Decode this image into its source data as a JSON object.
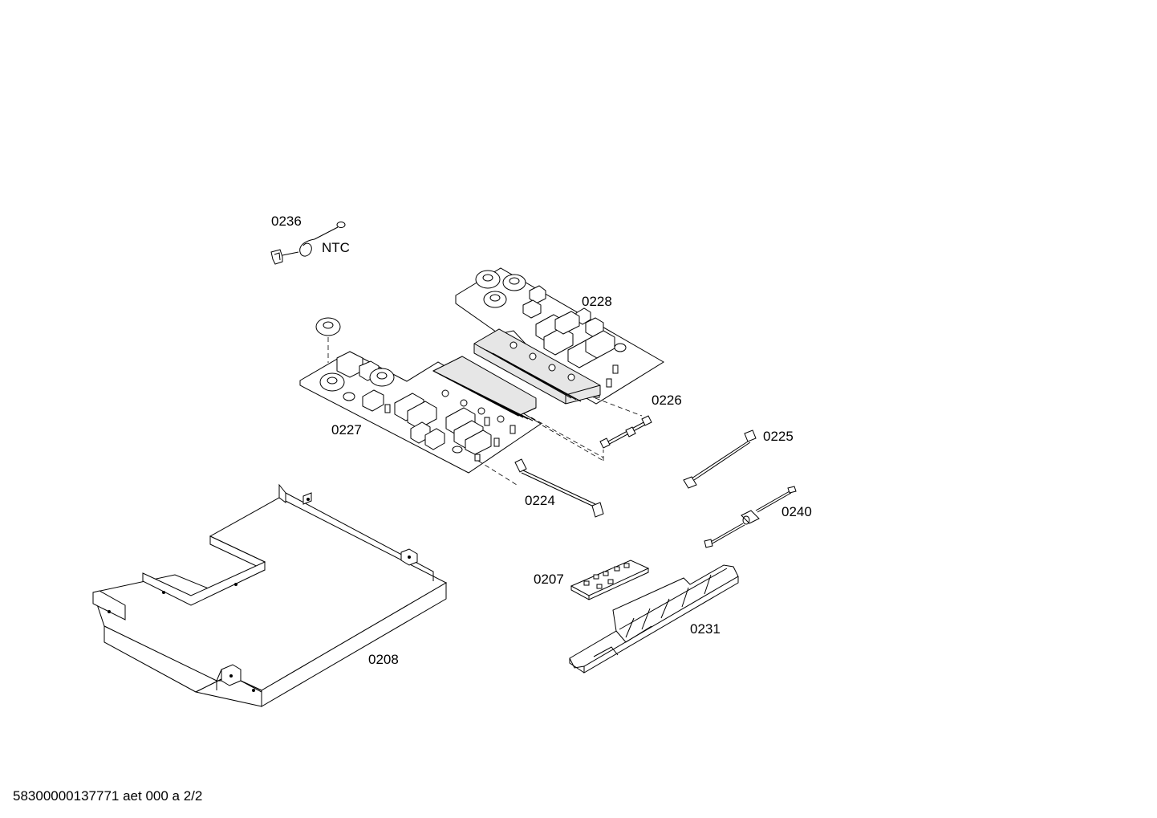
{
  "parts": {
    "p0236": "0236",
    "ntc": "NTC",
    "p0228": "0228",
    "p0226": "0226",
    "p0227": "0227",
    "p0225": "0225",
    "p0224": "0224",
    "p0240": "0240",
    "p0207": "0207",
    "p0231": "0231",
    "p0208": "0208"
  },
  "footer": "58300000137771 aet 000 a 2/2"
}
